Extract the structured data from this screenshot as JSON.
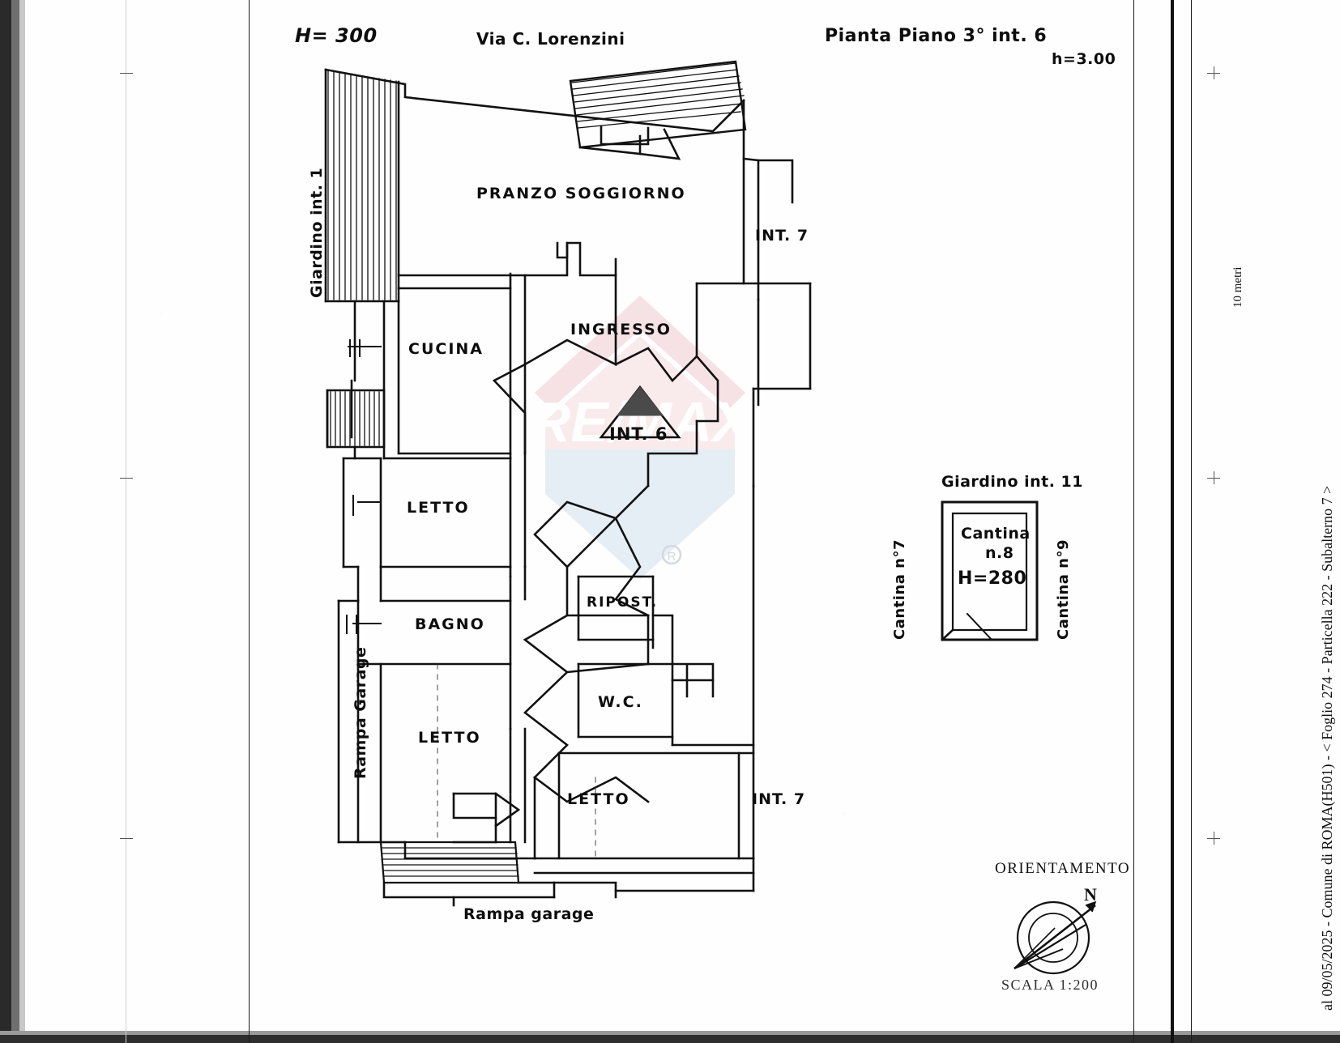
{
  "document": {
    "type": "cadastral-floor-plan",
    "footer_right": "al 09/05/2025 - Comune di ROMA(H501) - < Foglio 274 - Particella  222 - Subalterno 7 >",
    "scale_label": "10 metri"
  },
  "titles": {
    "height_left": "H= 300",
    "street": "Via C. Lorenzini",
    "plan_title": "Pianta Piano 3°  int. 6",
    "plan_height": "h=3.00"
  },
  "rooms": [
    {
      "label": "PRANZO  SOGGIORNO"
    },
    {
      "label": "CUCINA"
    },
    {
      "label": "INGRESSO"
    },
    {
      "label": "LETTO"
    },
    {
      "label": "BAGNO"
    },
    {
      "label": "RIPOST."
    },
    {
      "label": "W.C."
    },
    {
      "label": "LETTO"
    },
    {
      "label": "LETTO"
    }
  ],
  "room_labels": {
    "pranzo_soggiorno": "PRANZO  SOGGIORNO",
    "cucina": "CUCINA",
    "ingresso": "INGRESSO",
    "letto_1": "LETTO",
    "bagno": "BAGNO",
    "ripost": "RIPOST.",
    "wc": "W.C.",
    "letto_2": "LETTO",
    "letto_3": "LETTO"
  },
  "annotations": {
    "unit_marker": "INT. 6",
    "int7_top": "INT. 7",
    "int7_bottom": "INT. 7",
    "giardino_int1": "Giardino int. 1",
    "rampa_garage_side": "Rampa Garage",
    "rampa_garage_bottom": "Rampa garage"
  },
  "cellar": {
    "giardino_int11": "Giardino int. 11",
    "cantina_left": "Cantina n°7",
    "cantina_right": "Cantina n°9",
    "cantina_name": "Cantina",
    "cantina_number": "n.8",
    "cantina_height": "H=280"
  },
  "compass": {
    "title": "ORIENTAMENTO",
    "north_letter": "N",
    "scale_note": "SCALA 1:200"
  },
  "colors": {
    "ink": "#0d0d0d",
    "paper": "#fefefe",
    "watermark_red": "#e8b4b8",
    "watermark_blue": "#bfd0e6",
    "edge_dark": "#2a2a2a"
  }
}
